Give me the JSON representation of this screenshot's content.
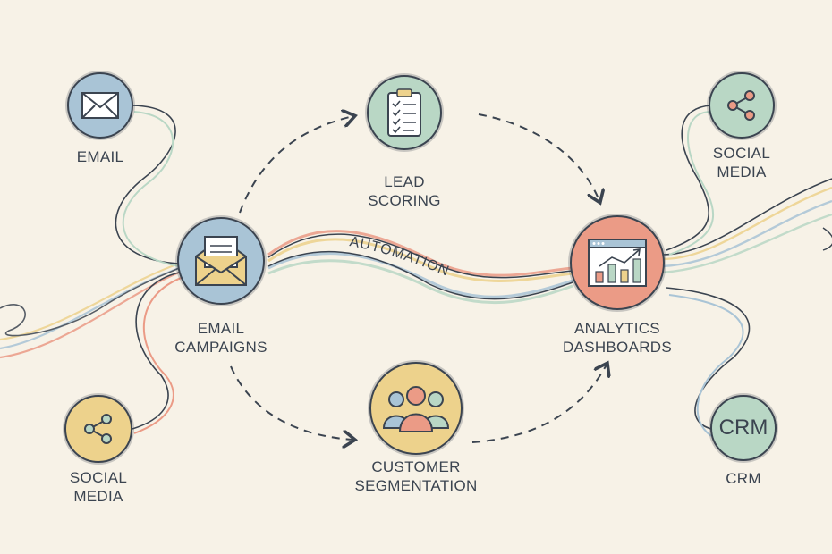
{
  "nodes": {
    "email": {
      "label": "EMAIL"
    },
    "social_left": {
      "line1": "SOCIAL",
      "line2": "MEDIA"
    },
    "email_campaigns": {
      "line1": "EMAIL",
      "line2": "CAMPAIGNS"
    },
    "lead_scoring": {
      "line1": "LEAD",
      "line2": "SCORING"
    },
    "customer_segmentation": {
      "line1": "CUSTOMER",
      "line2": "SEGMENTATION"
    },
    "analytics": {
      "line1": "ANALYTICS",
      "line2": "DASHBOARDS"
    },
    "social_right": {
      "line1": "SOCIAL",
      "line2": "MEDIA"
    },
    "crm": {
      "icon_text": "CRM",
      "label": "CRM"
    }
  },
  "flow_label": "AUTOMATION",
  "colors": {
    "background": "#f7f2e7",
    "blue": "#a9c4d6",
    "green": "#b9d7c5",
    "yellow": "#edd28c",
    "salmon": "#eb9b86",
    "ink": "#3b4450"
  }
}
